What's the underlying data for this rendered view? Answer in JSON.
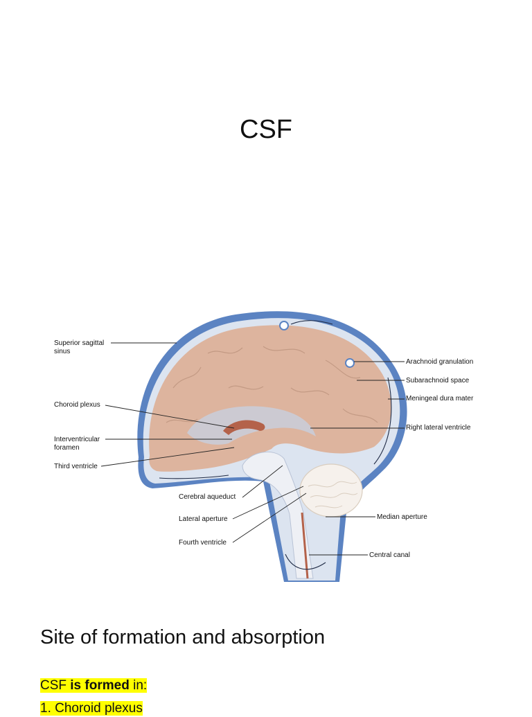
{
  "page": {
    "title": "CSF",
    "section_heading": "Site of formation and absorption",
    "formed_line": {
      "part1": "CSF ",
      "bold": "is formed",
      "part2": " in:"
    },
    "list_item_1": "1. Choroid plexus"
  },
  "diagram": {
    "labels": {
      "superior_sagittal_sinus_1": "Superior sagittal",
      "superior_sagittal_sinus_2": "sinus",
      "choroid_plexus": "Choroid plexus",
      "interventricular_foramen_1": "Interventricular",
      "interventricular_foramen_2": "foramen",
      "third_ventricle": "Third ventricle",
      "cerebral_aqueduct": "Cerebral aqueduct",
      "lateral_aperture": "Lateral aperture",
      "fourth_ventricle": "Fourth ventricle",
      "arachnoid_granulation": "Arachnoid granulation",
      "subarachnoid_space": "Subarachnoid space",
      "meningeal_dura_mater": "Meningeal dura mater",
      "right_lateral_ventricle": "Right lateral ventricle",
      "median_aperture": "Median aperture",
      "central_canal": "Central canal"
    },
    "colors": {
      "dura": "#5b83c2",
      "brain": "#ddb49e",
      "csf": "#dce4f0",
      "choroid": "#b4624a"
    }
  }
}
